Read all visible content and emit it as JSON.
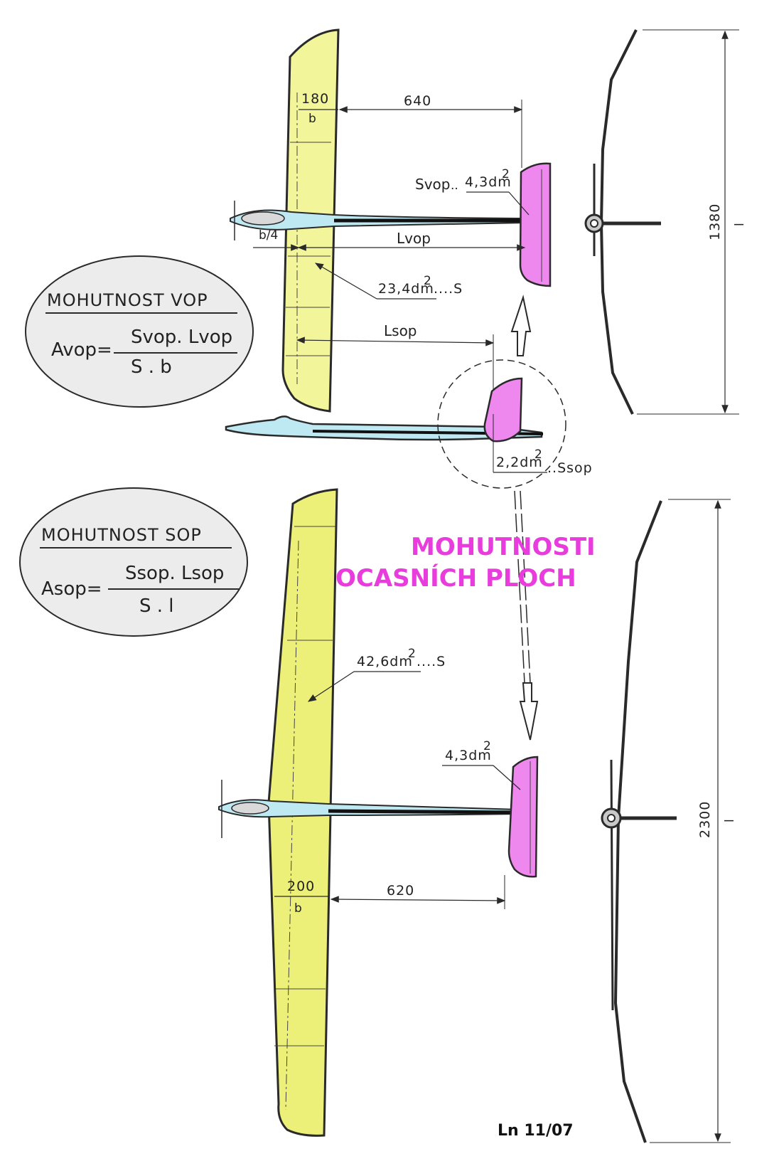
{
  "colors": {
    "wing_fill": "#f3f59a",
    "wing_fill_2": "#ecef78",
    "tail_fill": "#ee88ee",
    "fuselage_fill": "#bfe9f2",
    "ellipse_fill": "#ececec",
    "title_pink": "#e83cdc",
    "line": "#2a2a2a"
  },
  "icons": {
    "up_arrow": "hollow-arrow-up-icon",
    "down_arrow": "hollow-arrow-down-icon"
  },
  "top_model": {
    "chord": "180",
    "chord_symbol": "b",
    "tail_distance": "640",
    "quarter_chord": "b/4",
    "lever_h": "Lvop",
    "lever_v": "Lsop",
    "tail_area": "4,3dm",
    "tail_area_exp": "2",
    "tail_symbol": "Svop",
    "tail_dots": "..",
    "wing_area": "23,4dm",
    "wing_area_exp": "2",
    "wing_symbol": "....S",
    "span": "1380",
    "span_symbol": "l"
  },
  "side_view": {
    "fin_area": "2,2dm",
    "fin_area_exp": "2",
    "fin_symbol": "..Ssop"
  },
  "bottom_model": {
    "chord": "200",
    "chord_symbol": "b",
    "tail_distance": "620",
    "tail_area": "4,3dm",
    "tail_area_exp": "2",
    "wing_area": "42,6dm",
    "wing_area_exp": "2",
    "wing_symbol": "....S",
    "span": "2300",
    "span_symbol": "l"
  },
  "formula_vop": {
    "title": "MOHUTNOST VOP",
    "lhs": "Avop=",
    "numerator": "Svop. Lvop",
    "denominator": "S  . b"
  },
  "formula_sop": {
    "title": "MOHUTNOST SOP",
    "lhs": "Asop=",
    "numerator": "Ssop. Lsop",
    "denominator": "S  . l"
  },
  "title": {
    "line1": "MOHUTNOSTI",
    "line2": "OCASNÍCH  PLOCH"
  },
  "footer": "Ln 11/07"
}
